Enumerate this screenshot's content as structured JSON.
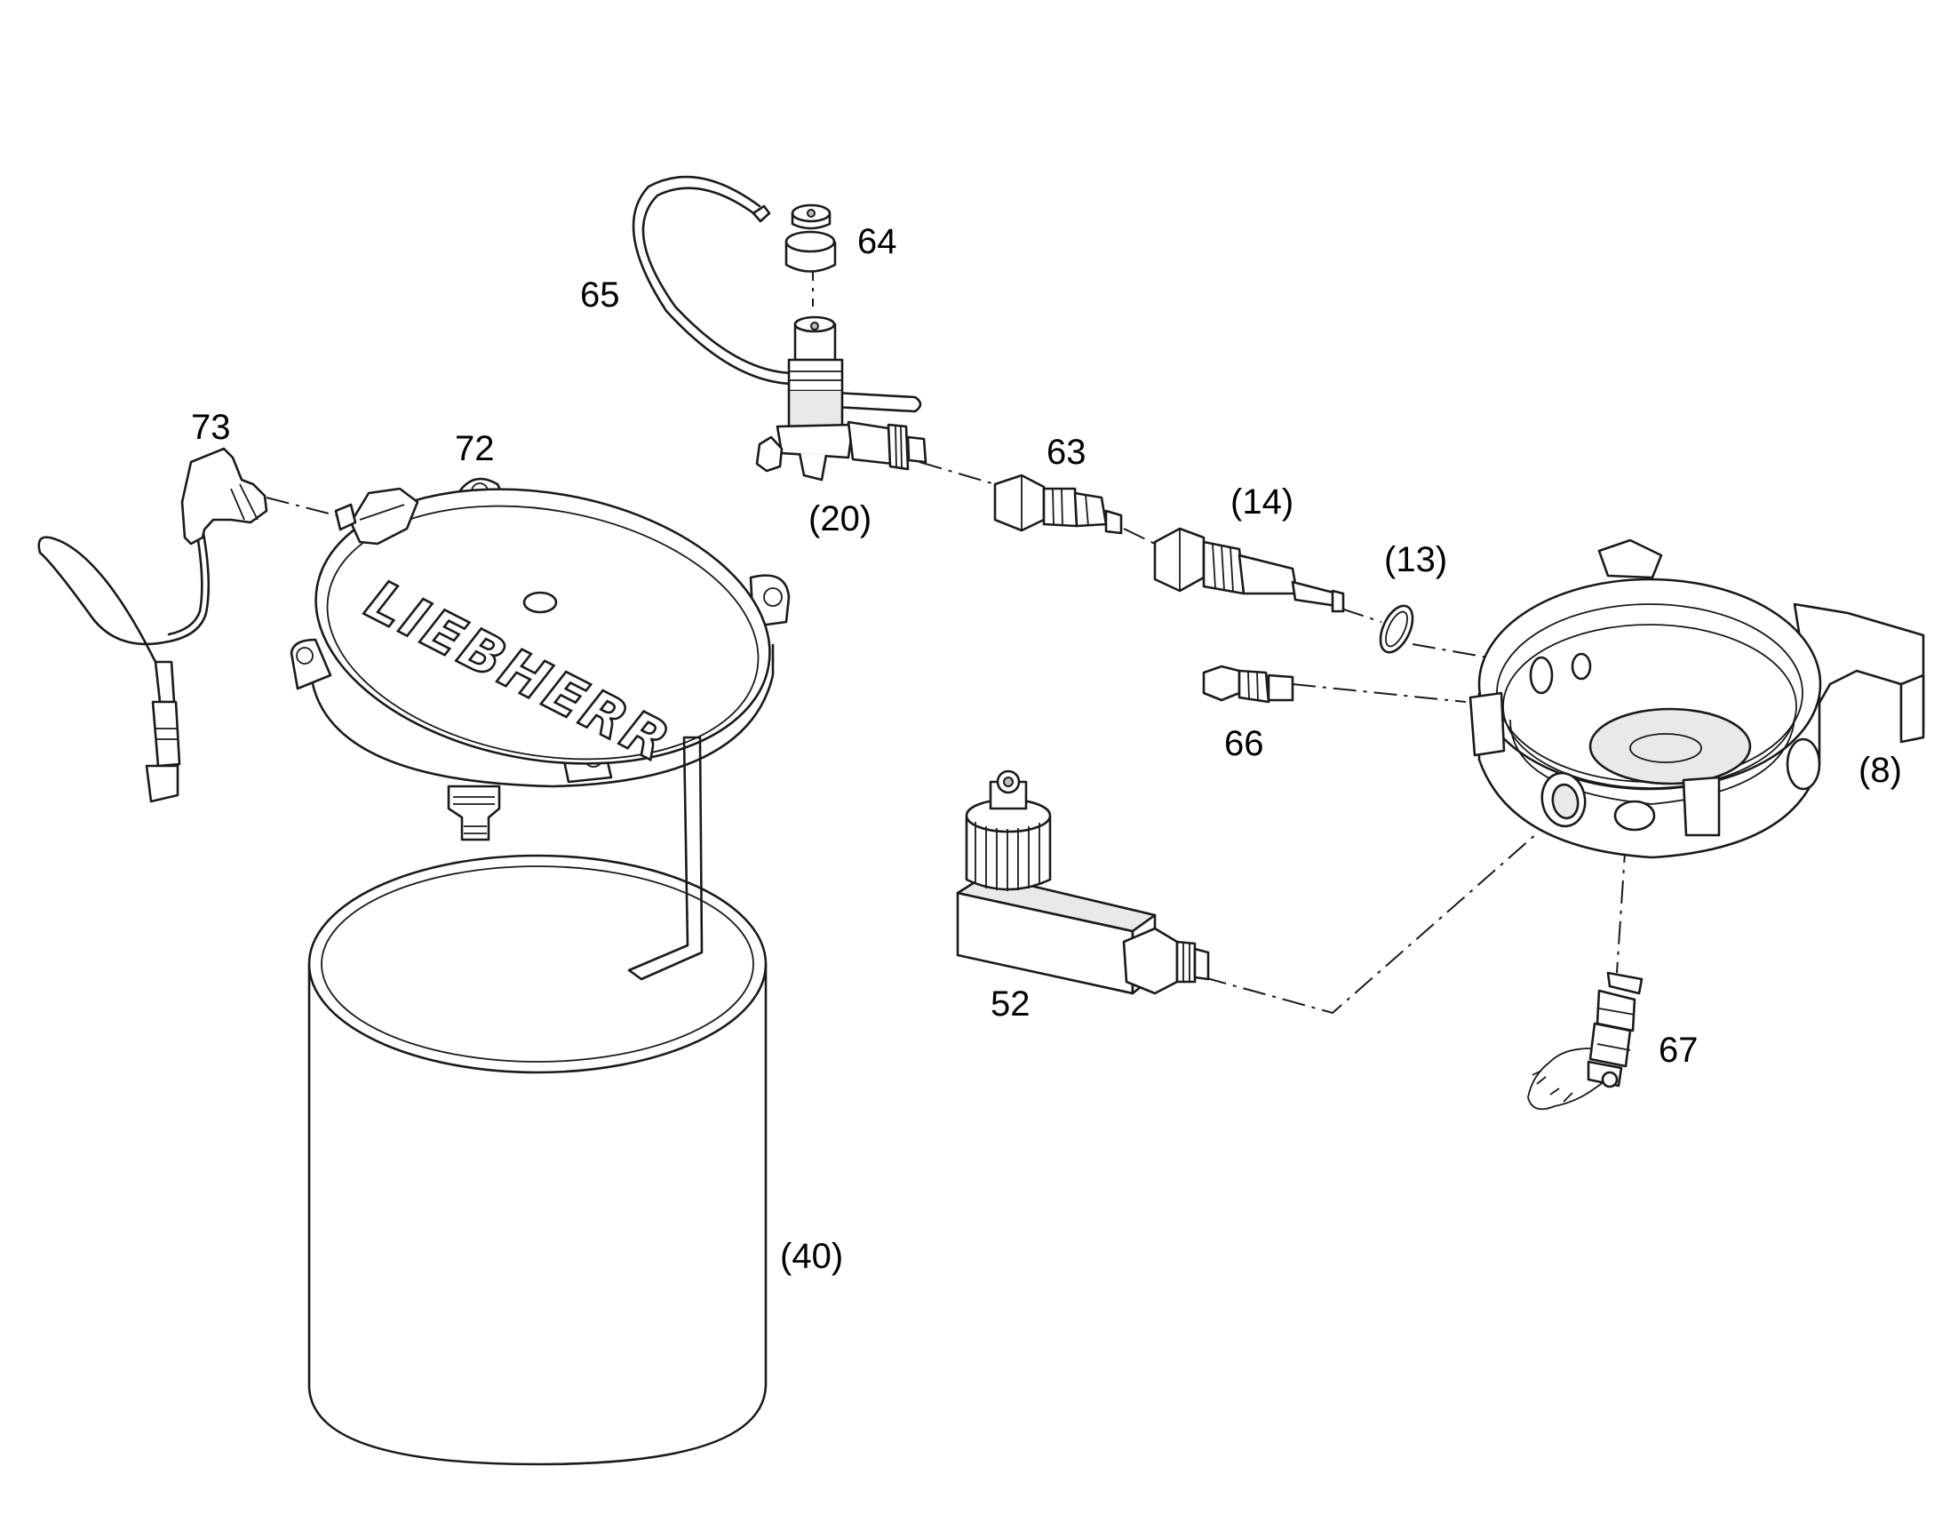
{
  "diagram": {
    "callouts": {
      "c73": "73",
      "c72": "72",
      "c65": "65",
      "c64": "64",
      "c20": "(20)",
      "c63": "63",
      "c14": "(14)",
      "c13": "(13)",
      "c66": "66",
      "c8": "(8)",
      "c52": "52",
      "c67": "67",
      "c40": "(40)"
    },
    "logo_text": "LIEBHERR"
  }
}
